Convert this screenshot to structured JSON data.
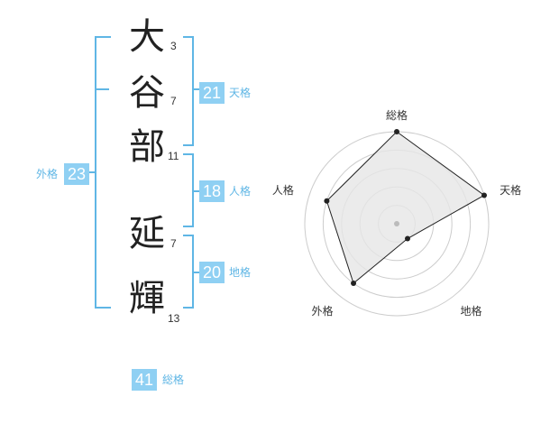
{
  "name": {
    "chars": [
      {
        "char": "大",
        "strokes": "3"
      },
      {
        "char": "谷",
        "strokes": "7"
      },
      {
        "char": "部",
        "strokes": "11"
      },
      {
        "char": "延",
        "strokes": "7"
      },
      {
        "char": "輝",
        "strokes": "13"
      }
    ]
  },
  "fortune": {
    "tenkaku": {
      "value": "21",
      "label": "天格"
    },
    "jinkaku": {
      "value": "18",
      "label": "人格"
    },
    "chikaku": {
      "value": "20",
      "label": "地格"
    },
    "gaikaku": {
      "value": "23",
      "label": "外格"
    },
    "soukaku": {
      "value": "41",
      "label": "総格"
    }
  },
  "colors": {
    "accent": "#5fb6e5",
    "badge": "#8fd0f3",
    "radar_fill": "#e6e6e6",
    "radar_ring": "#cccccc",
    "radar_line": "#222222"
  },
  "chart_data": {
    "type": "radar",
    "axes": [
      "総格",
      "天格",
      "地格",
      "外格",
      "人格"
    ],
    "values": [
      5,
      5,
      1,
      4,
      4
    ],
    "max": 5,
    "rings": 5
  }
}
